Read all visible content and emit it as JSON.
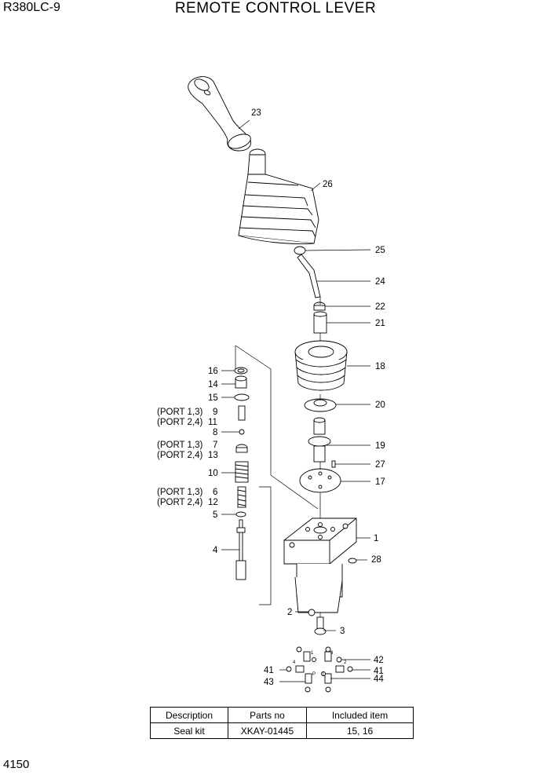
{
  "header": {
    "model": "R380LC-9",
    "title": "REMOTE CONTROL LEVER"
  },
  "footer": {
    "page_number": "4150"
  },
  "callouts": {
    "p23": "23",
    "p26": "26",
    "p25": "25",
    "p24": "24",
    "p22": "22",
    "p21": "21",
    "p18": "18",
    "p20": "20",
    "p19": "19",
    "p27": "27",
    "p17": "17",
    "p1": "1",
    "p28": "28",
    "p2": "2",
    "p3": "3",
    "p42": "42",
    "p41a": "41",
    "p41b": "41",
    "p43": "43",
    "p44": "44",
    "p16": "16",
    "p14": "14",
    "p15": "15",
    "p9": "9",
    "p11": "11",
    "p8": "8",
    "p7": "7",
    "p13": "13",
    "p10": "10",
    "p6": "6",
    "p12": "12",
    "p5": "5",
    "p4": "4"
  },
  "port_labels": {
    "port13_a": "(PORT 1,3)",
    "port24_a": "(PORT 2,4)",
    "port13_b": "(PORT 1,3)",
    "port24_b": "(PORT 2,4)",
    "port13_c": "(PORT 1,3)",
    "port24_c": "(PORT 2,4)"
  },
  "port_marks": {
    "m1": "1",
    "m3": "3",
    "m4": "4",
    "m2": "2",
    "mp": "P",
    "mt": "T"
  },
  "seal_table": {
    "headers": [
      "Description",
      "Parts no",
      "Included item"
    ],
    "rows": [
      [
        "Seal kit",
        "XKAY-01445",
        "15, 16"
      ]
    ]
  }
}
